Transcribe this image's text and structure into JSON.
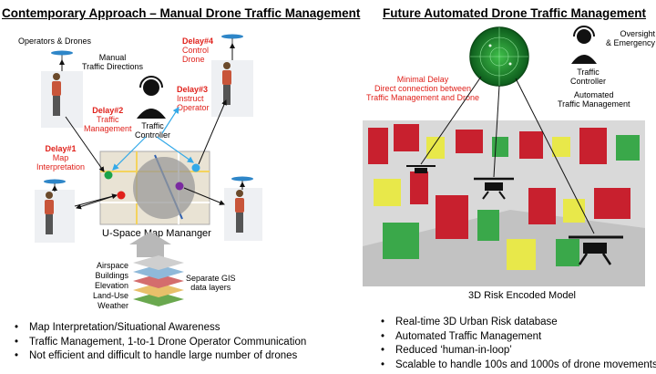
{
  "left": {
    "title": "Contemporary Approach – Manual Drone Traffic Management",
    "operators_label": "Operators & Drones",
    "manual_directions": [
      "Manual",
      "Traffic Directions"
    ],
    "controller_label": [
      "Traffic",
      "Controller"
    ],
    "delays": [
      {
        "tag": "Delay#1",
        "text": [
          "Map",
          "Interpretation"
        ]
      },
      {
        "tag": "Delay#2",
        "text": [
          "Traffic",
          "Management"
        ]
      },
      {
        "tag": "Delay#3",
        "text": [
          "Instruct",
          "Operator"
        ]
      },
      {
        "tag": "Delay#4",
        "text": [
          "Control",
          "Drone"
        ]
      }
    ],
    "map_label": "U-Space Map Mananger",
    "gis_layers": [
      "Airspace",
      "Buildings",
      "Elevation",
      "Land-Use",
      "Weather"
    ],
    "gis_caption": [
      "Separate GIS",
      "data layers"
    ],
    "bullets": [
      "Map Interpretation/Situational Awareness",
      "Traffic Management, 1-to-1 Drone Operator Communication",
      "Not efficient and difficult to handle large number of drones"
    ]
  },
  "right": {
    "title": "Future Automated Drone Traffic Management",
    "oversight": [
      "Oversight",
      "& Emergency"
    ],
    "controller_label": [
      "Traffic",
      "Controller"
    ],
    "automated_label": [
      "Automated",
      "Traffic Management"
    ],
    "minimal_delay": [
      "Minimal Delay",
      "Direct connection between",
      "Traffic Management and Drone"
    ],
    "model_label": "3D Risk Encoded Model",
    "bullets": [
      "Real-time 3D Urban Risk database",
      "Automated Traffic Management",
      "Reduced ‘human-in-loop’",
      "Scalable to handle 100s and 1000s of drone movements"
    ]
  },
  "colors": {
    "delay_red": "#e0211b",
    "radar_green": "#1f9a3a",
    "drone_blue": "#2e86c8",
    "building_red": "#c8202e"
  }
}
